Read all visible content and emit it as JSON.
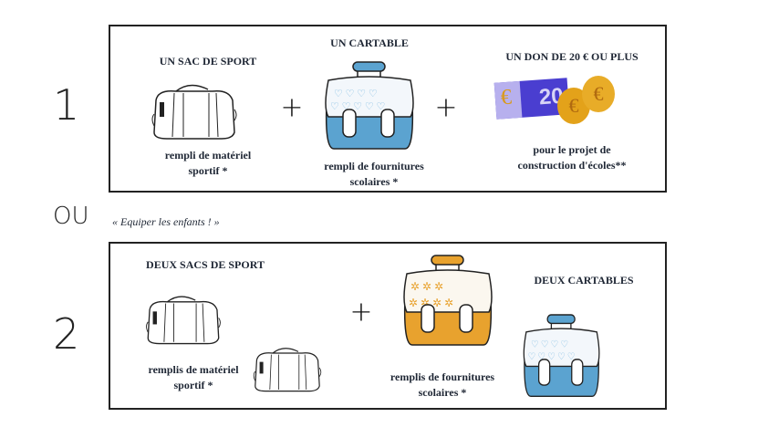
{
  "option1": {
    "number": "1",
    "sport_bag": {
      "title": "UN SAC DE SPORT",
      "line1": "rempli de matériel",
      "line2": "sportif *"
    },
    "plus": "+",
    "schoolbag": {
      "title": "UN CARTABLE",
      "line1": "rempli de fournitures",
      "line2": "scolaires *"
    },
    "donation": {
      "title": "UN DON DE 20 € OU PLUS",
      "line1": "pour le projet de",
      "line2": "construction d'écoles**",
      "banknote_text": "20",
      "currency": "€"
    }
  },
  "separator": "OU",
  "quote": "« Equiper les enfants ! »",
  "option2": {
    "number": "2",
    "sport_bags": {
      "title": "DEUX SACS DE SPORT",
      "line1": "remplis de matériel",
      "line2": "sportif *"
    },
    "plus": "+",
    "schoolbags": {
      "title": "DEUX CARTABLES",
      "line1": "remplis de fournitures",
      "line2": "scolaires *"
    }
  },
  "colors": {
    "blue": "#5ba3d0",
    "orange": "#e8a22e",
    "coin": "#e3a21a",
    "note": "#4a3ed0"
  }
}
